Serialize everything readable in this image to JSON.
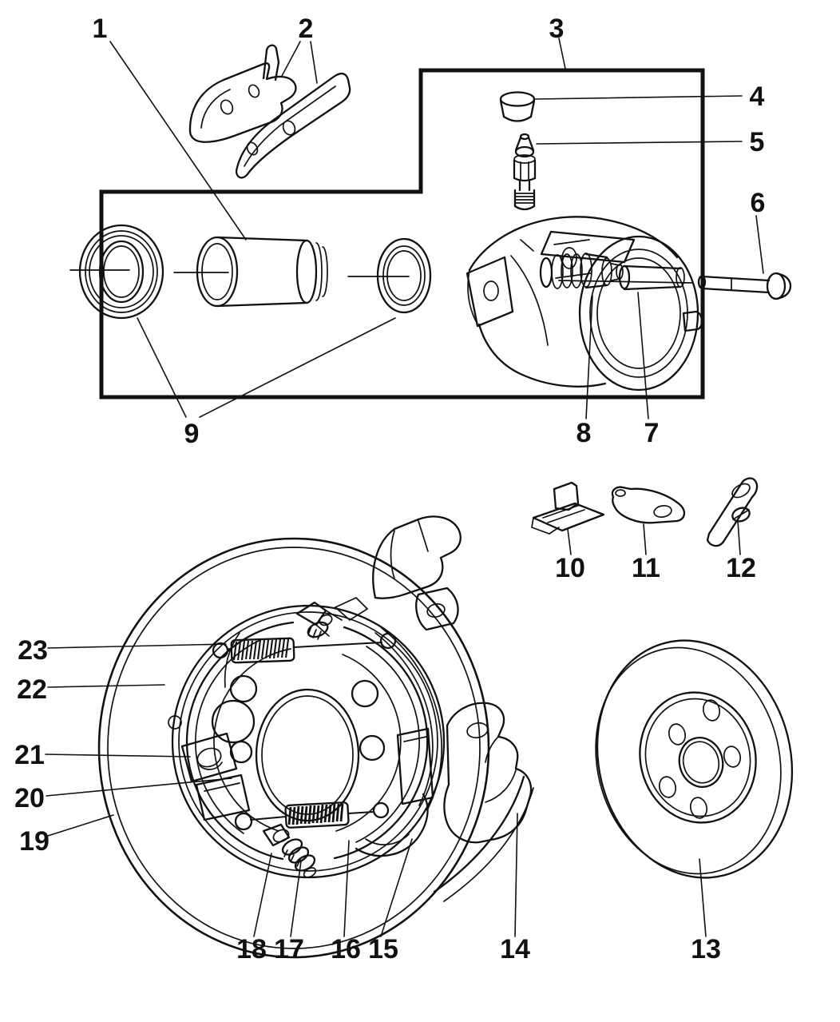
{
  "figure": {
    "kind": "exploded-parts-line-drawing",
    "background_color": "#ffffff",
    "ink_color": "#111111",
    "sections": {
      "top": "disc-brake-caliper-exploded-view",
      "bottom": "parking-brake-shoes-shield-and-rotor"
    }
  },
  "callouts": [
    {
      "n": "1",
      "part": "caliper-piston"
    },
    {
      "n": "2",
      "part": "brake-pad-set"
    },
    {
      "n": "3",
      "part": "caliper-service-kit-boundary-box"
    },
    {
      "n": "4",
      "part": "bleeder-screw-cap"
    },
    {
      "n": "5",
      "part": "bleeder-screw"
    },
    {
      "n": "6",
      "part": "guide-pin-bolt"
    },
    {
      "n": "7",
      "part": "guide-pin-sleeve"
    },
    {
      "n": "8",
      "part": "guide-pin-bushing"
    },
    {
      "n": "9",
      "part": "piston-boot-and-seal"
    },
    {
      "n": "10",
      "part": "shoe-retainer-clip"
    },
    {
      "n": "11",
      "part": "parking-brake-actuating-lever"
    },
    {
      "n": "12",
      "part": "adjuster-strut"
    },
    {
      "n": "13",
      "part": "brake-rotor"
    },
    {
      "n": "14",
      "part": "caliper-adapter-bracket"
    },
    {
      "n": "15",
      "part": "shoe-return-spring-lower"
    },
    {
      "n": "16",
      "part": "parking-brake-shoe"
    },
    {
      "n": "17",
      "part": "shoe-hold-down"
    },
    {
      "n": "18",
      "part": "adjuster-star-wheel"
    },
    {
      "n": "19",
      "part": "brake-dust-shield"
    },
    {
      "n": "20",
      "part": "shoe-anchor-lock"
    },
    {
      "n": "21",
      "part": "shoe-anchor-plate"
    },
    {
      "n": "22",
      "part": "backing-plate-rim"
    },
    {
      "n": "23",
      "part": "shoe-return-spring-upper"
    }
  ]
}
